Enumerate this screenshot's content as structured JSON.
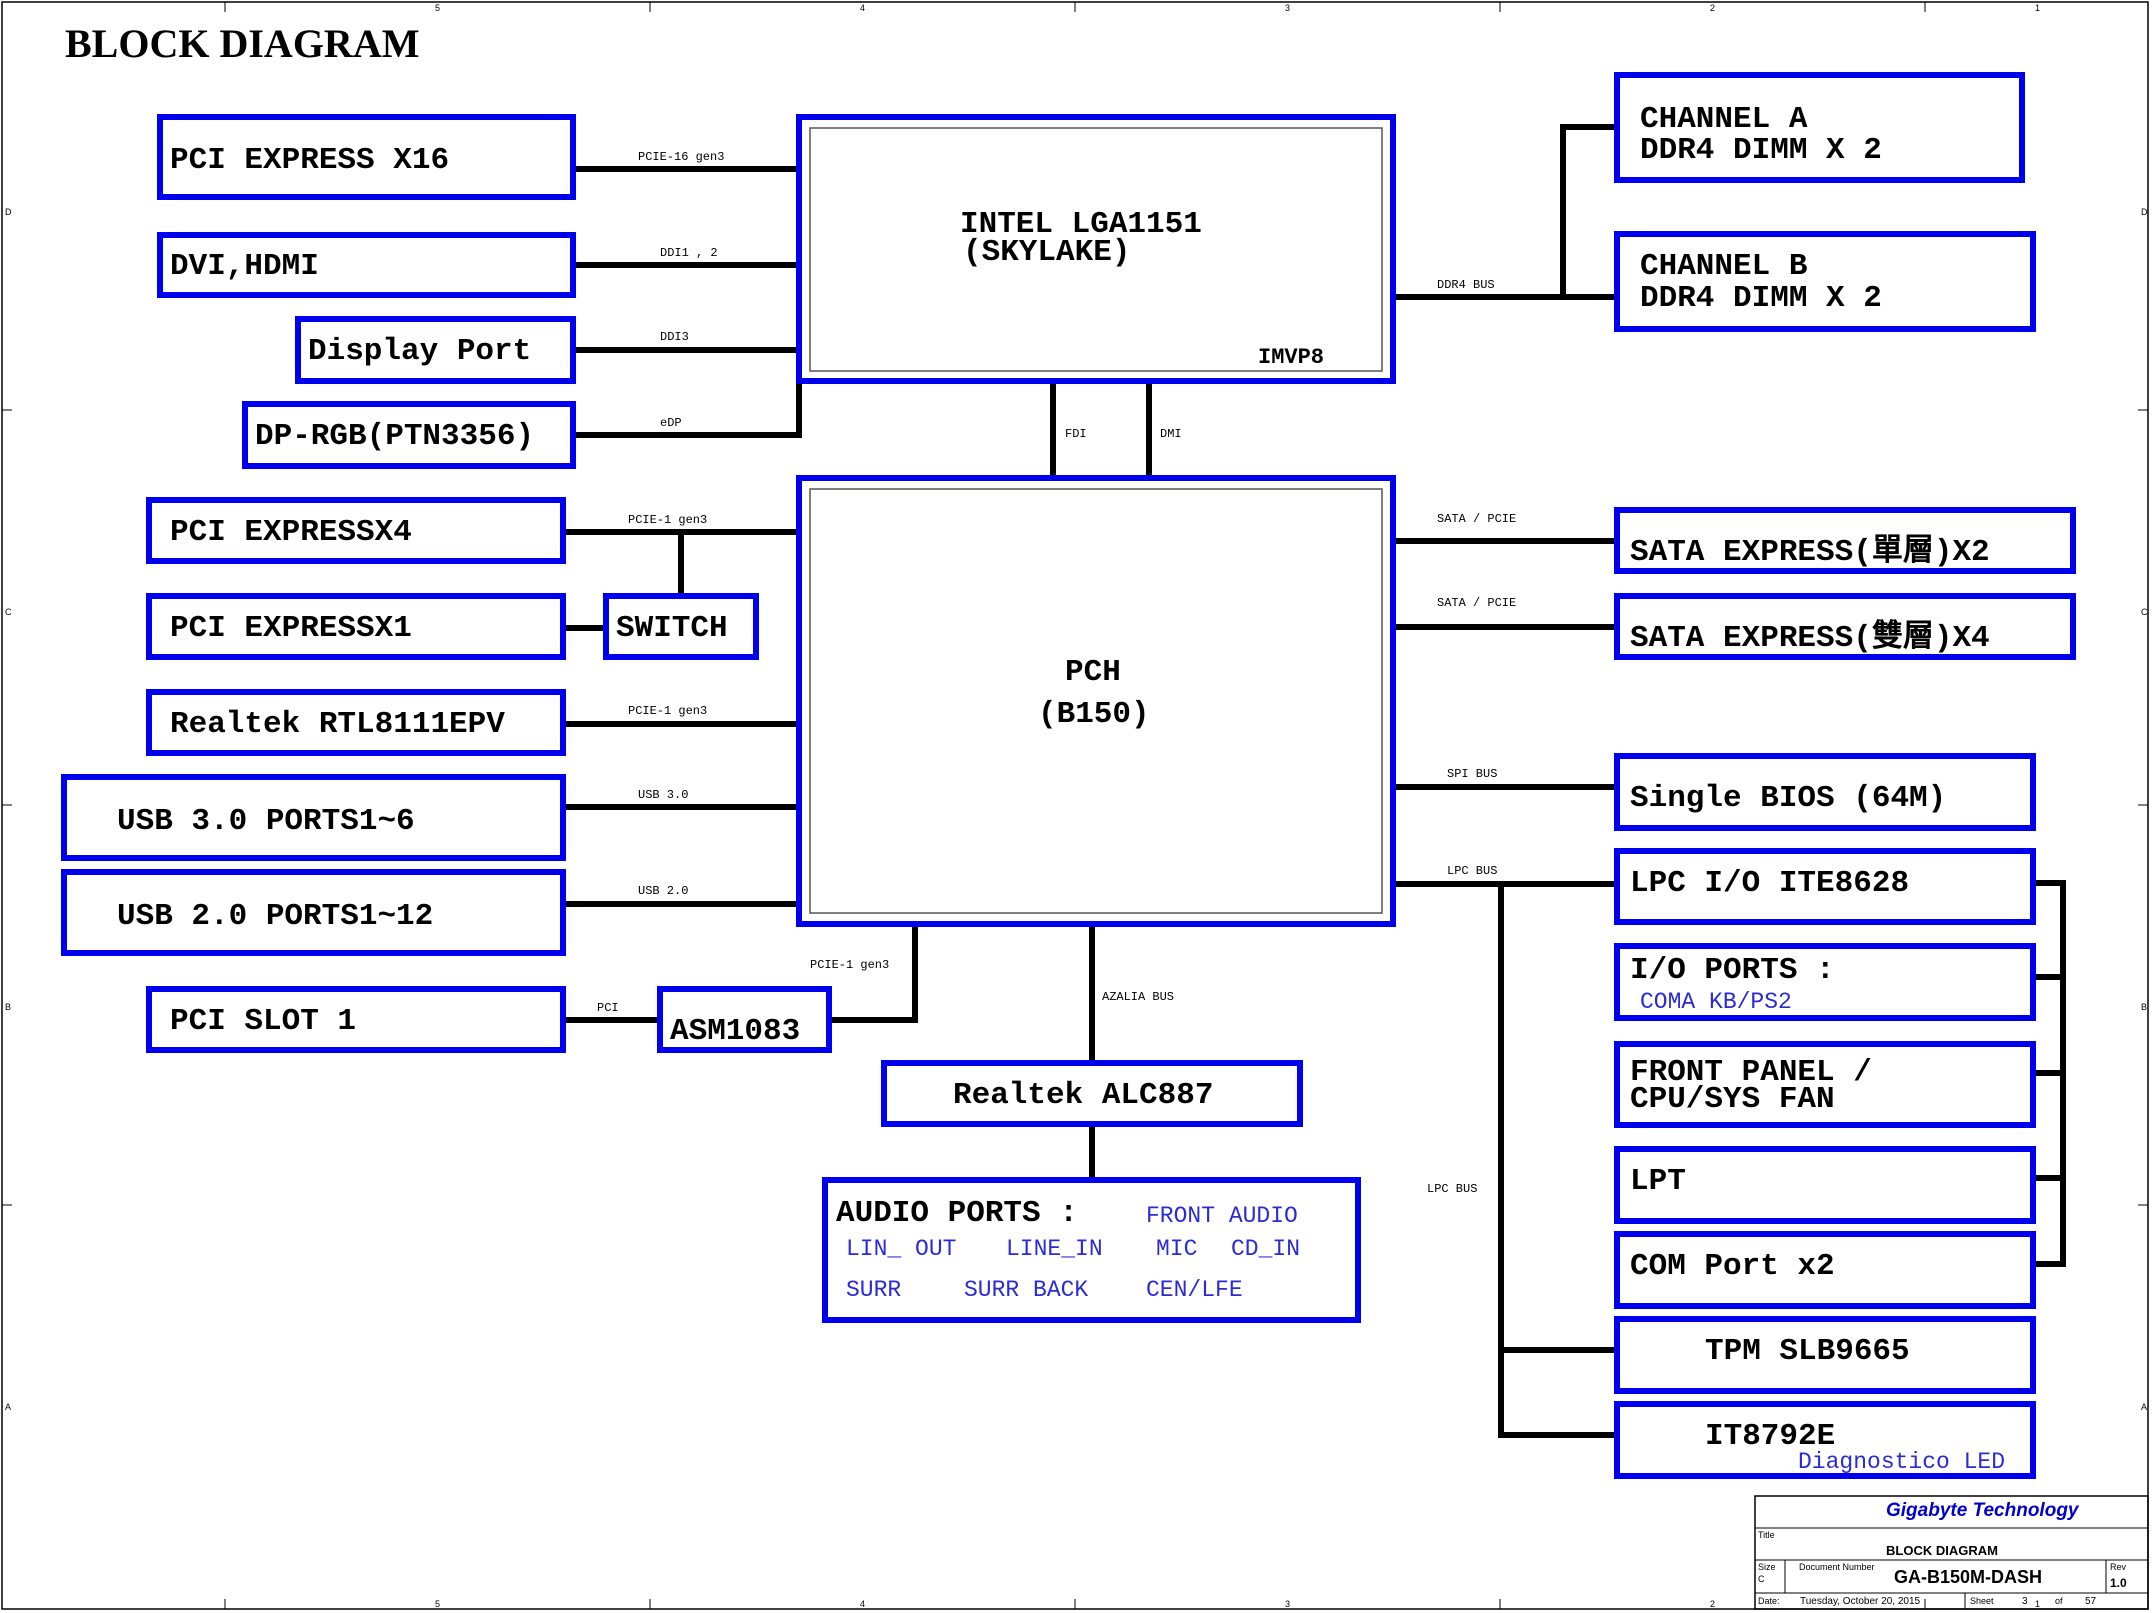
{
  "diagram": {
    "title": "BLOCK DIAGRAM",
    "blocks": {
      "pcie_x16": "PCI EXPRESS X16",
      "dvi_hdmi": "DVI,HDMI",
      "display_port": "Display Port",
      "dp_rgb": "DP-RGB(PTN3356)",
      "cpu_line1": "INTEL LGA1151",
      "cpu_line2": "(SKYLAKE)",
      "cpu_imvp": "IMVP8",
      "channel_a_line1": "CHANNEL A",
      "channel_a_line2": "DDR4   DIMM X 2",
      "channel_b_line1": "CHANNEL B",
      "channel_b_line2": "DDR4  DIMM X 2",
      "pcie_x4": "PCI EXPRESSX4",
      "pcie_x1": "PCI EXPRESSX1",
      "switch": "SWITCH",
      "realtek_lan": "Realtek RTL8111EPV",
      "usb30": "USB 3.0 PORTS1~6",
      "usb20": "USB 2.0 PORTS1~12",
      "pci_slot": "PCI SLOT 1",
      "asm1083": "ASM1083",
      "pch_line1": "PCH",
      "pch_line2": "(B150)",
      "sata_x2": "SATA EXPRESS(單層)X2",
      "sata_x4": "SATA EXPRESS(雙層)X4",
      "bios": "Single BIOS (64M)",
      "lpc_io": "LPC I/O ITE8628",
      "io_ports": "I/O PORTS :",
      "io_ports_sub": "COMA  KB/PS2",
      "front_panel_line1": "FRONT PANEL /",
      "front_panel_line2": "CPU/SYS FAN",
      "lpt": "LPT",
      "com_port": "COM Port x2",
      "tpm": "TPM SLB9665",
      "it8792e": "IT8792E",
      "it8792e_sub": "Diagnostico LED",
      "realtek_audio": "Realtek ALC887",
      "audio_ports": "AUDIO PORTS :",
      "audio_front": "FRONT AUDIO",
      "audio_lin_out": "LIN_ OUT",
      "audio_line_in": "LINE_IN",
      "audio_mic": "MIC",
      "audio_cd_in": "CD_IN",
      "audio_surr": "SURR",
      "audio_surr_back": "SURR BACK",
      "audio_cen_lfe": "CEN/LFE"
    },
    "buses": {
      "pcie16": "PCIE-16 gen3",
      "ddi12": "DDI1 , 2",
      "ddi3": "DDI3",
      "edp": "eDP",
      "ddr4": "DDR4 BUS",
      "fdi": "FDI",
      "dmi": "DMI",
      "pcie1_a": "PCIE-1 gen3",
      "pcie1_b": "PCIE-1 gen3",
      "pcie1_c": "PCIE-1 gen3",
      "usb30": "USB 3.0",
      "usb20": "USB 2.0",
      "pci": "PCI",
      "azalia": "AZALIA BUS",
      "sata_pcie_a": "SATA / PCIE",
      "sata_pcie_b": "SATA / PCIE",
      "spi": "SPI BUS",
      "lpc": "LPC BUS",
      "lpc2": "LPC BUS"
    },
    "colors": {
      "block_border": "#0000ee",
      "sub_text": "#2b2bd6",
      "company_text": "#0000cc"
    }
  },
  "title_block": {
    "company": "Gigabyte Technology",
    "title_label": "Title",
    "title": "BLOCK DIAGRAM",
    "size_label": "Size",
    "size_value": "C",
    "doc_label": "Document Number",
    "doc_number": "GA-B150M-DASH",
    "rev_label": "Rev",
    "rev_value": "1.0",
    "date_label": "Date:",
    "date_value": "Tuesday, October 20, 2015",
    "sheet_label": "Sheet",
    "sheet_value": "3",
    "of_label": "of",
    "of_value": "57"
  },
  "frame_marks": {
    "top": [
      "5",
      "4",
      "3",
      "2",
      "1"
    ],
    "bottom": [
      "5",
      "4",
      "3",
      "2",
      "1"
    ],
    "left": [
      "D",
      "C",
      "B",
      "A"
    ],
    "right": [
      "D",
      "C",
      "B",
      "A"
    ]
  }
}
